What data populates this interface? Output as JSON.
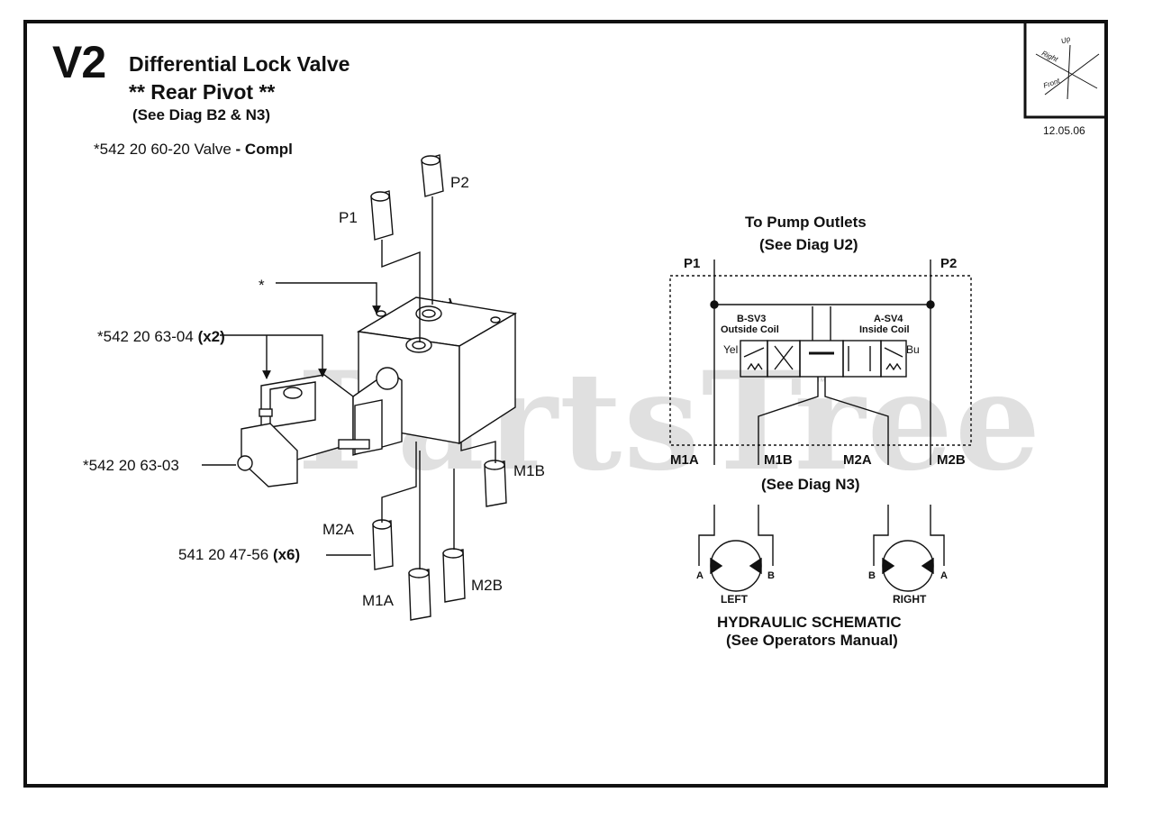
{
  "header": {
    "code": "V2",
    "title": "Differential Lock Valve",
    "subtitle": "** Rear Pivot **",
    "see_diag": "(See Diag B2 & N3)",
    "date": "12.05.06"
  },
  "orientation": {
    "up": "Up",
    "right": "Right",
    "front": "Front"
  },
  "parts": {
    "valve_compl_number": "*542 20 60-20 Valve",
    "valve_compl_suffix": " - Compl",
    "asterisk_label": "*",
    "coil_number": "*542 20 63-04",
    "coil_qty": "(x2)",
    "cap_number": "*542 20 63-03",
    "fitting_number": "541 20 47-56",
    "fitting_qty": "(x6)"
  },
  "ports": {
    "p1": "P1",
    "p2": "P2",
    "m1a": "M1A",
    "m1b": "M1B",
    "m2a": "M2A",
    "m2b": "M2B"
  },
  "block_markings": {
    "p2": "P2",
    "p1": "P1"
  },
  "schematic": {
    "header_line1": "To Pump Outlets",
    "header_line2": "(See Diag U2)",
    "left_valve_name": "B-SV3",
    "left_valve_coil": "Outside Coil",
    "right_valve_name": "A-SV4",
    "right_valve_coil": "Inside Coil",
    "wire_left": "Yel",
    "wire_right": "Bu",
    "see_diag_n3": "(See Diag N3)",
    "motor_left_label": "LEFT",
    "motor_right_label": "RIGHT",
    "motor_left_a": "A",
    "motor_left_b": "B",
    "motor_right_b": "B",
    "motor_right_a": "A",
    "footer_line1": "HYDRAULIC SCHEMATIC",
    "footer_line2": "(See Operators Manual)"
  },
  "watermark": {
    "text": "PartsTree",
    "tm": "™"
  }
}
